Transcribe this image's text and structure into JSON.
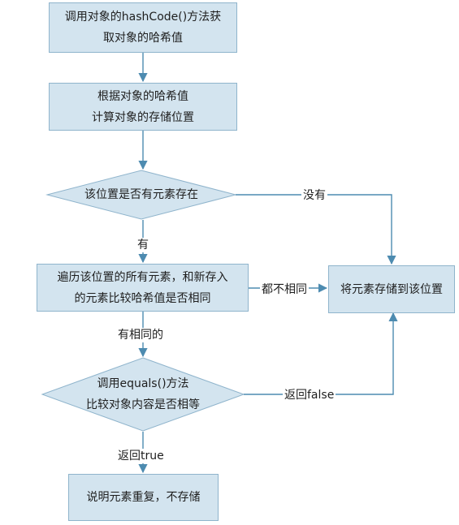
{
  "flowchart": {
    "step1": {
      "line1": "调用对象的hashCode()方法获",
      "line2": "取对象的哈希值"
    },
    "step2": {
      "line1": "根据对象的哈希值",
      "line2": "计算对象的存储位置"
    },
    "decision1": {
      "text": "该位置是否有元素存在"
    },
    "step3": {
      "line1": "遍历该位置的所有元素，和新存入",
      "line2": "的元素比较哈希值是否相同"
    },
    "store": {
      "text": "将元素存储到该位置"
    },
    "decision2": {
      "line1": "调用equals()方法",
      "line2": "比较对象内容是否相等"
    },
    "final": {
      "text": "说明元素重复，不存储"
    },
    "edges": {
      "no": "没有",
      "yes": "有",
      "all_different": "都不相同",
      "has_same": "有相同的",
      "return_false": "返回false",
      "return_true": "返回true"
    }
  },
  "colors": {
    "box_fill": "#d3e4ef",
    "box_border": "#8fb4cc",
    "line": "#4d8bb0"
  }
}
